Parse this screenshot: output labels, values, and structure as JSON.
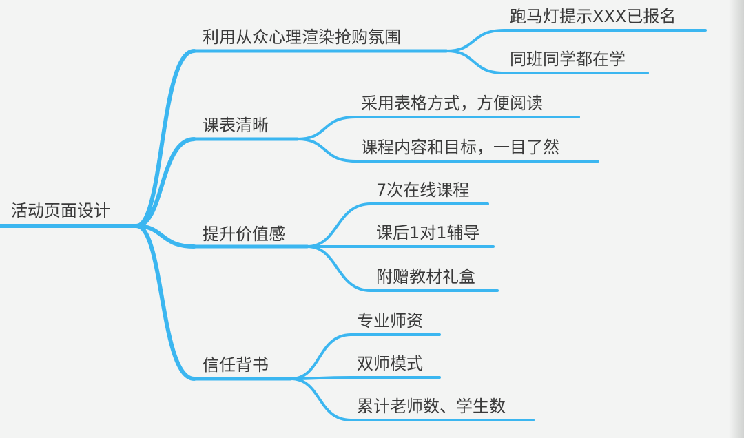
{
  "mindmap": {
    "root": {
      "label": "活动页面设计"
    },
    "branches": [
      {
        "label": "利用从众心理渲染抢购氛围",
        "children": [
          {
            "label": "跑马灯提示XXX已报名"
          },
          {
            "label": "同班同学都在学"
          }
        ]
      },
      {
        "label": "课表清晰",
        "children": [
          {
            "label": "采用表格方式，方便阅读"
          },
          {
            "label": "课程内容和目标，一目了然"
          }
        ]
      },
      {
        "label": "提升价值感",
        "children": [
          {
            "label": "7次在线课程"
          },
          {
            "label": "课后1对1辅导"
          },
          {
            "label": "附赠教材礼盒"
          }
        ]
      },
      {
        "label": "信任背书",
        "children": [
          {
            "label": "专业师资"
          },
          {
            "label": "双师模式"
          },
          {
            "label": "累计老师数、学生数"
          }
        ]
      }
    ]
  },
  "colors": {
    "line": "#3bb6f0",
    "text": "#3a3a3a",
    "background": "#f3f4f3"
  }
}
